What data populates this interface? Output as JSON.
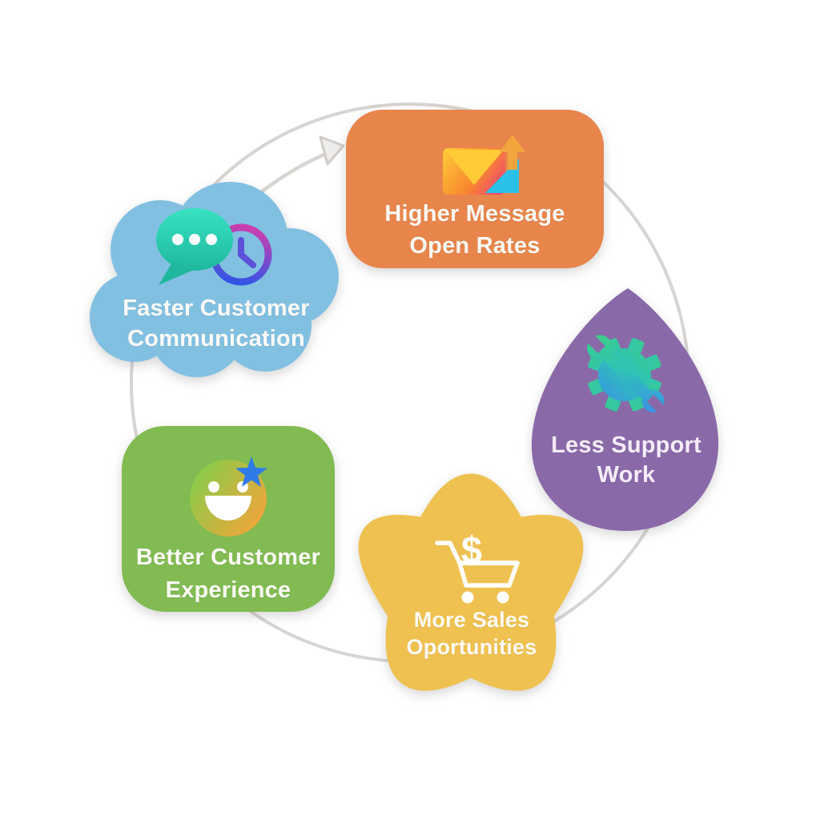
{
  "diagram": {
    "kind": "benefit-cycle",
    "ring": {
      "color": "#d7d4d1",
      "direction": "clockwise"
    },
    "label_text_color": "#fcfaf6"
  },
  "nodes": [
    {
      "id": "higher-message-open-rates",
      "shape": "rounded-rectangle",
      "color": "#e8854b",
      "label": "Higher Message\nOpen Rates",
      "icon": "envelope-up-arrow-icon"
    },
    {
      "id": "less-support-work",
      "shape": "teardrop",
      "color": "#8a69a9",
      "label": "Less Support\nWork",
      "icon": "gear-wrench-icon"
    },
    {
      "id": "more-sales-oportunities",
      "shape": "flower-star",
      "color": "#efc150",
      "label": "More Sales\nOportunities",
      "icon": "cart-dollar-icon"
    },
    {
      "id": "better-customer-experience",
      "shape": "rounded-rectangle",
      "color": "#81bb52",
      "label": "Better Customer\nExperience",
      "icon": "smiley-star-icon"
    },
    {
      "id": "faster-customer-communication",
      "shape": "cloud",
      "color": "#82c0e2",
      "label": "Faster Customer\nCommunication",
      "icon": "chat-clock-icon"
    }
  ],
  "icon_glyphs": {
    "cart_currency": "$"
  }
}
